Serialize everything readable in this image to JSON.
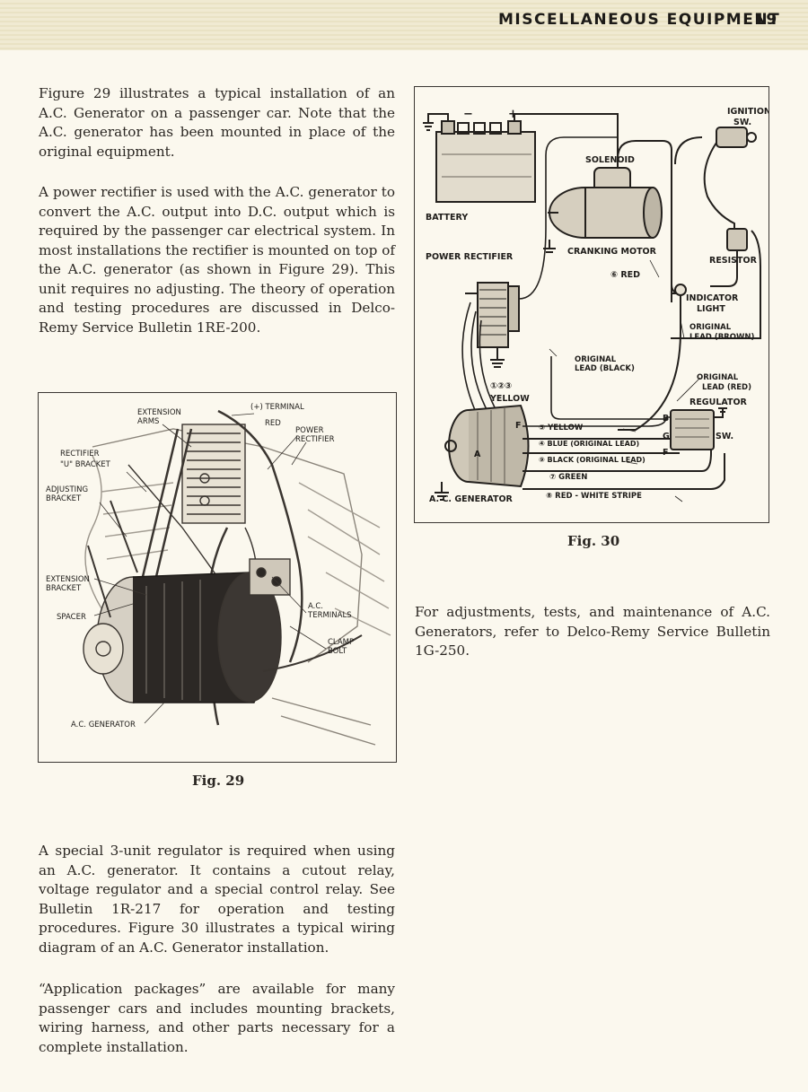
{
  "header": {
    "section": "MISCELLANEOUS EQUIPMENT",
    "page_number": "19"
  },
  "paragraphs": {
    "p1": "Figure 29 illustrates a typical installation of an A.C. Generator on a passenger car. Note that the A.C. generator has been mounted in place of the original equipment.",
    "p2": "A power rectifier is used with the A.C. generator to convert the A.C. output into D.C. output which is required by the passenger car electrical system. In most installations the rectifier is mounted on top of the A.C. generator (as shown in Figure 29). This unit requires no adjusting. The theory of operation and testing procedures are discussed in Delco-Remy Service Bulletin 1RE-200.",
    "p3": "For adjustments, tests, and maintenance of A.C. Generators, refer to Delco-Remy Service Bulletin 1G-250.",
    "p4": "A special 3-unit regulator is required when using an A.C. generator. It contains a cutout relay, voltage regulator and a special control relay. See Bulletin 1R-217 for operation and testing procedures. Figure 30 illustrates a typical wiring diagram of an A.C. Generator installation.",
    "p5": "“Application packages” are available for many passenger cars and includes mounting brackets, wiring harness, and other parts necessary for a complete installation."
  },
  "fig29": {
    "caption": "Fig. 29",
    "labels": {
      "extension_arms": [
        "EXTENSION",
        "ARMS"
      ],
      "terminal": "(+) TERMINAL",
      "red": "RED",
      "power_rectifier": [
        "POWER",
        "RECTIFIER"
      ],
      "rectifier_bracket": [
        "RECTIFIER",
        "\"U\" BRACKET"
      ],
      "adjusting_bracket": [
        "ADJUSTING",
        "BRACKET"
      ],
      "extension_bracket": [
        "EXTENSION",
        "BRACKET"
      ],
      "spacer": "SPACER",
      "ac_terminals": [
        "A.C.",
        "TERMINALS"
      ],
      "clamp_bolt": [
        "CLAMP",
        "BOLT"
      ],
      "ac_generator": "A.C. GENERATOR"
    }
  },
  "fig30": {
    "caption": "Fig. 30",
    "labels": {
      "ignition_sw": [
        "IGNITION",
        "SW."
      ],
      "solenoid": "SOLENOID",
      "battery": "BATTERY",
      "cranking_motor": "CRANKING MOTOR",
      "power_rectifier": "POWER RECTIFIER",
      "resistor": "RESISTOR",
      "red_6": "⑥ RED",
      "indicator_light": [
        "INDICATOR",
        "LIGHT"
      ],
      "orig_lead_brown": [
        "ORIGINAL",
        "LEAD (BROWN)"
      ],
      "orig_lead_black": [
        "ORIGINAL",
        "LEAD (BLACK)"
      ],
      "orig_lead_red": [
        "ORIGINAL",
        "LEAD (RED)"
      ],
      "regulator": "REGULATOR",
      "terms_123": "①②③",
      "yellow": "YELLOW",
      "wire_5": "⑤ YELLOW",
      "wire_4": "④ BLUE (ORIGINAL LEAD)",
      "wire_9": "⑨ BLACK (ORIGINAL LEAD)",
      "wire_7": "⑦ GREEN",
      "wire_8": "⑧ RED - WHITE STRIPE",
      "ac_generator": "A. C. GENERATOR",
      "term_f": "F",
      "term_a": "A",
      "reg_b": "B",
      "reg_g": "G",
      "reg_f": "F",
      "reg_sw": "SW.",
      "plus": "+",
      "minus": "−"
    }
  }
}
